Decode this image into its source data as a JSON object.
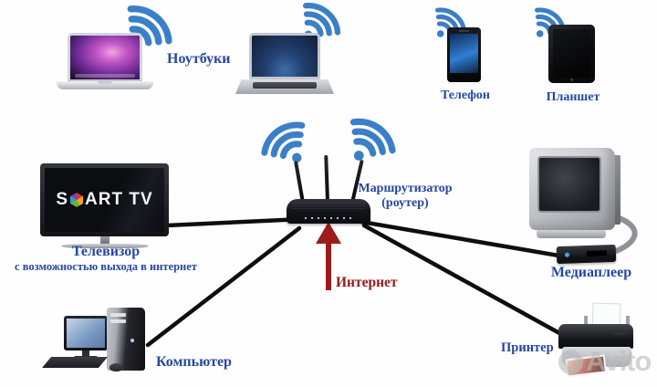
{
  "colors": {
    "label_blue": "#2547a3",
    "wifi_blue": "#3b7fc7",
    "internet_red": "#8f1b1b",
    "wire_black": "#0e0e0e"
  },
  "nodes": {
    "laptops": {
      "label": "Ноутбуки"
    },
    "phone": {
      "label": "Телефон"
    },
    "tablet": {
      "label": "Планшет"
    },
    "smart_tv": {
      "label": "Телевизор",
      "sublabel": "с возможностью выхода в интернет",
      "screen_text_prefix": "S",
      "screen_text_suffix": "ART TV"
    },
    "router": {
      "label": "Маршрутизатор",
      "sublabel": "(роутер)"
    },
    "internet": {
      "label": "Интернет"
    },
    "media_player": {
      "label": "Медиаплеер"
    },
    "computer": {
      "label": "Компьютер"
    },
    "printer": {
      "label": "Принтер"
    }
  },
  "connections": {
    "wired_from_router": [
      "smart_tv",
      "computer",
      "media_player",
      "printer"
    ],
    "wireless_clients": [
      "laptops",
      "phone",
      "tablet"
    ],
    "uplink": {
      "from": "internet",
      "to": "router"
    }
  },
  "watermark": {
    "text": "Avito"
  }
}
